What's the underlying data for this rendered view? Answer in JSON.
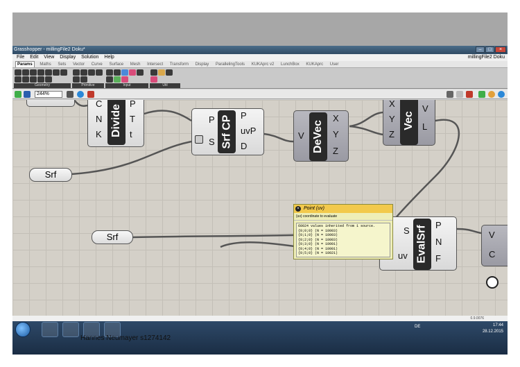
{
  "window": {
    "title": "Grasshopper - millingFile2 Doku*",
    "right_title": "millingFile2 Doku"
  },
  "menu": [
    "File",
    "Edit",
    "View",
    "Display",
    "Solution",
    "Help"
  ],
  "tabs": [
    "Params",
    "Maths",
    "Sets",
    "Vector",
    "Curve",
    "Surface",
    "Mesh",
    "Intersect",
    "Transform",
    "Display",
    "ParallelingTools",
    "KUKAprc v2",
    "LunchBox",
    "KUKAprc",
    "User"
  ],
  "ribbon_groups": [
    "Geometry",
    "Primitive",
    "Input",
    "Util"
  ],
  "canvas": {
    "zoom": "244%"
  },
  "components": {
    "divide": {
      "name": "Divide",
      "inputs": [
        "C",
        "N",
        "K"
      ],
      "outputs": [
        "P",
        "T",
        "t"
      ]
    },
    "srfcp": {
      "name": "Srf CP",
      "inputs": [
        "P",
        "S"
      ],
      "outputs": [
        "P",
        "uvP",
        "D"
      ]
    },
    "devec": {
      "name": "DeVec",
      "inputs": [
        "V"
      ],
      "outputs": [
        "X",
        "Y",
        "Z"
      ]
    },
    "vec": {
      "name": "Vec",
      "inputs": [
        "X",
        "Y",
        "Z"
      ],
      "outputs": [
        "V",
        "L"
      ]
    },
    "evalsrf": {
      "name": "EvalSrf",
      "inputs": [
        "S",
        "uv"
      ],
      "outputs": [
        "P",
        "N",
        "F"
      ]
    },
    "partial": {
      "inputs": [
        "V",
        "C"
      ]
    }
  },
  "params": {
    "srf1": "Srf",
    "srf2": "Srf"
  },
  "tooltip": {
    "title": "Point (uv)",
    "description": "{uv} coordinate to evaluate",
    "lines": [
      "60024 values inherited from 1 source.",
      "{0;0;0} (N = 10003)",
      "{0;1;0} (N = 10003)",
      "{0;2;0} (N = 10003)",
      "{0;3;0} (N = 10001)",
      "{0;4;0} (N = 10001)",
      "{0;5;0} (N = 10021)"
    ]
  },
  "statusbar": {
    "version": "0.9.0076"
  },
  "taskbar": {
    "lang": "DE",
    "time": "17:44",
    "date": "28.12.2015"
  },
  "caption": "Hannes Neumayer s1274142",
  "colors": {
    "canvas": "#d4d0c8",
    "tooltip_header": "#f2c94c",
    "taskbar": "#1a2d44"
  }
}
